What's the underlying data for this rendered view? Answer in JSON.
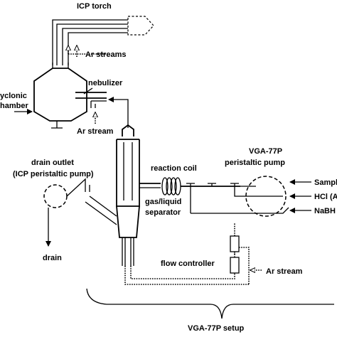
{
  "labels": {
    "icp_torch": "ICP torch",
    "ar_streams": "Ar streams",
    "nebulizer": "nebulizer",
    "cyclonic_line1": "yclonic",
    "cyclonic_line2": "hamber",
    "ar_stream_nebulizer": "Ar stream",
    "drain_outlet_line1": "drain outlet",
    "drain_outlet_line2": "(ICP peristaltic pump)",
    "drain": "drain",
    "reaction_coil": "reaction coil",
    "separator_line1": "gas/liquid",
    "separator_line2": "separator",
    "pump_line1": "VGA-77P",
    "pump_line2": "peristaltic pump",
    "input_sample": "Sampl",
    "input_hcl": "HCl (A",
    "input_nabh": "NaBH",
    "flow_controller": "flow controller",
    "ar_stream_flow": "Ar stream",
    "setup_label": "VGA-77P setup"
  },
  "colors": {
    "line": "#000000",
    "background": "#ffffff"
  }
}
